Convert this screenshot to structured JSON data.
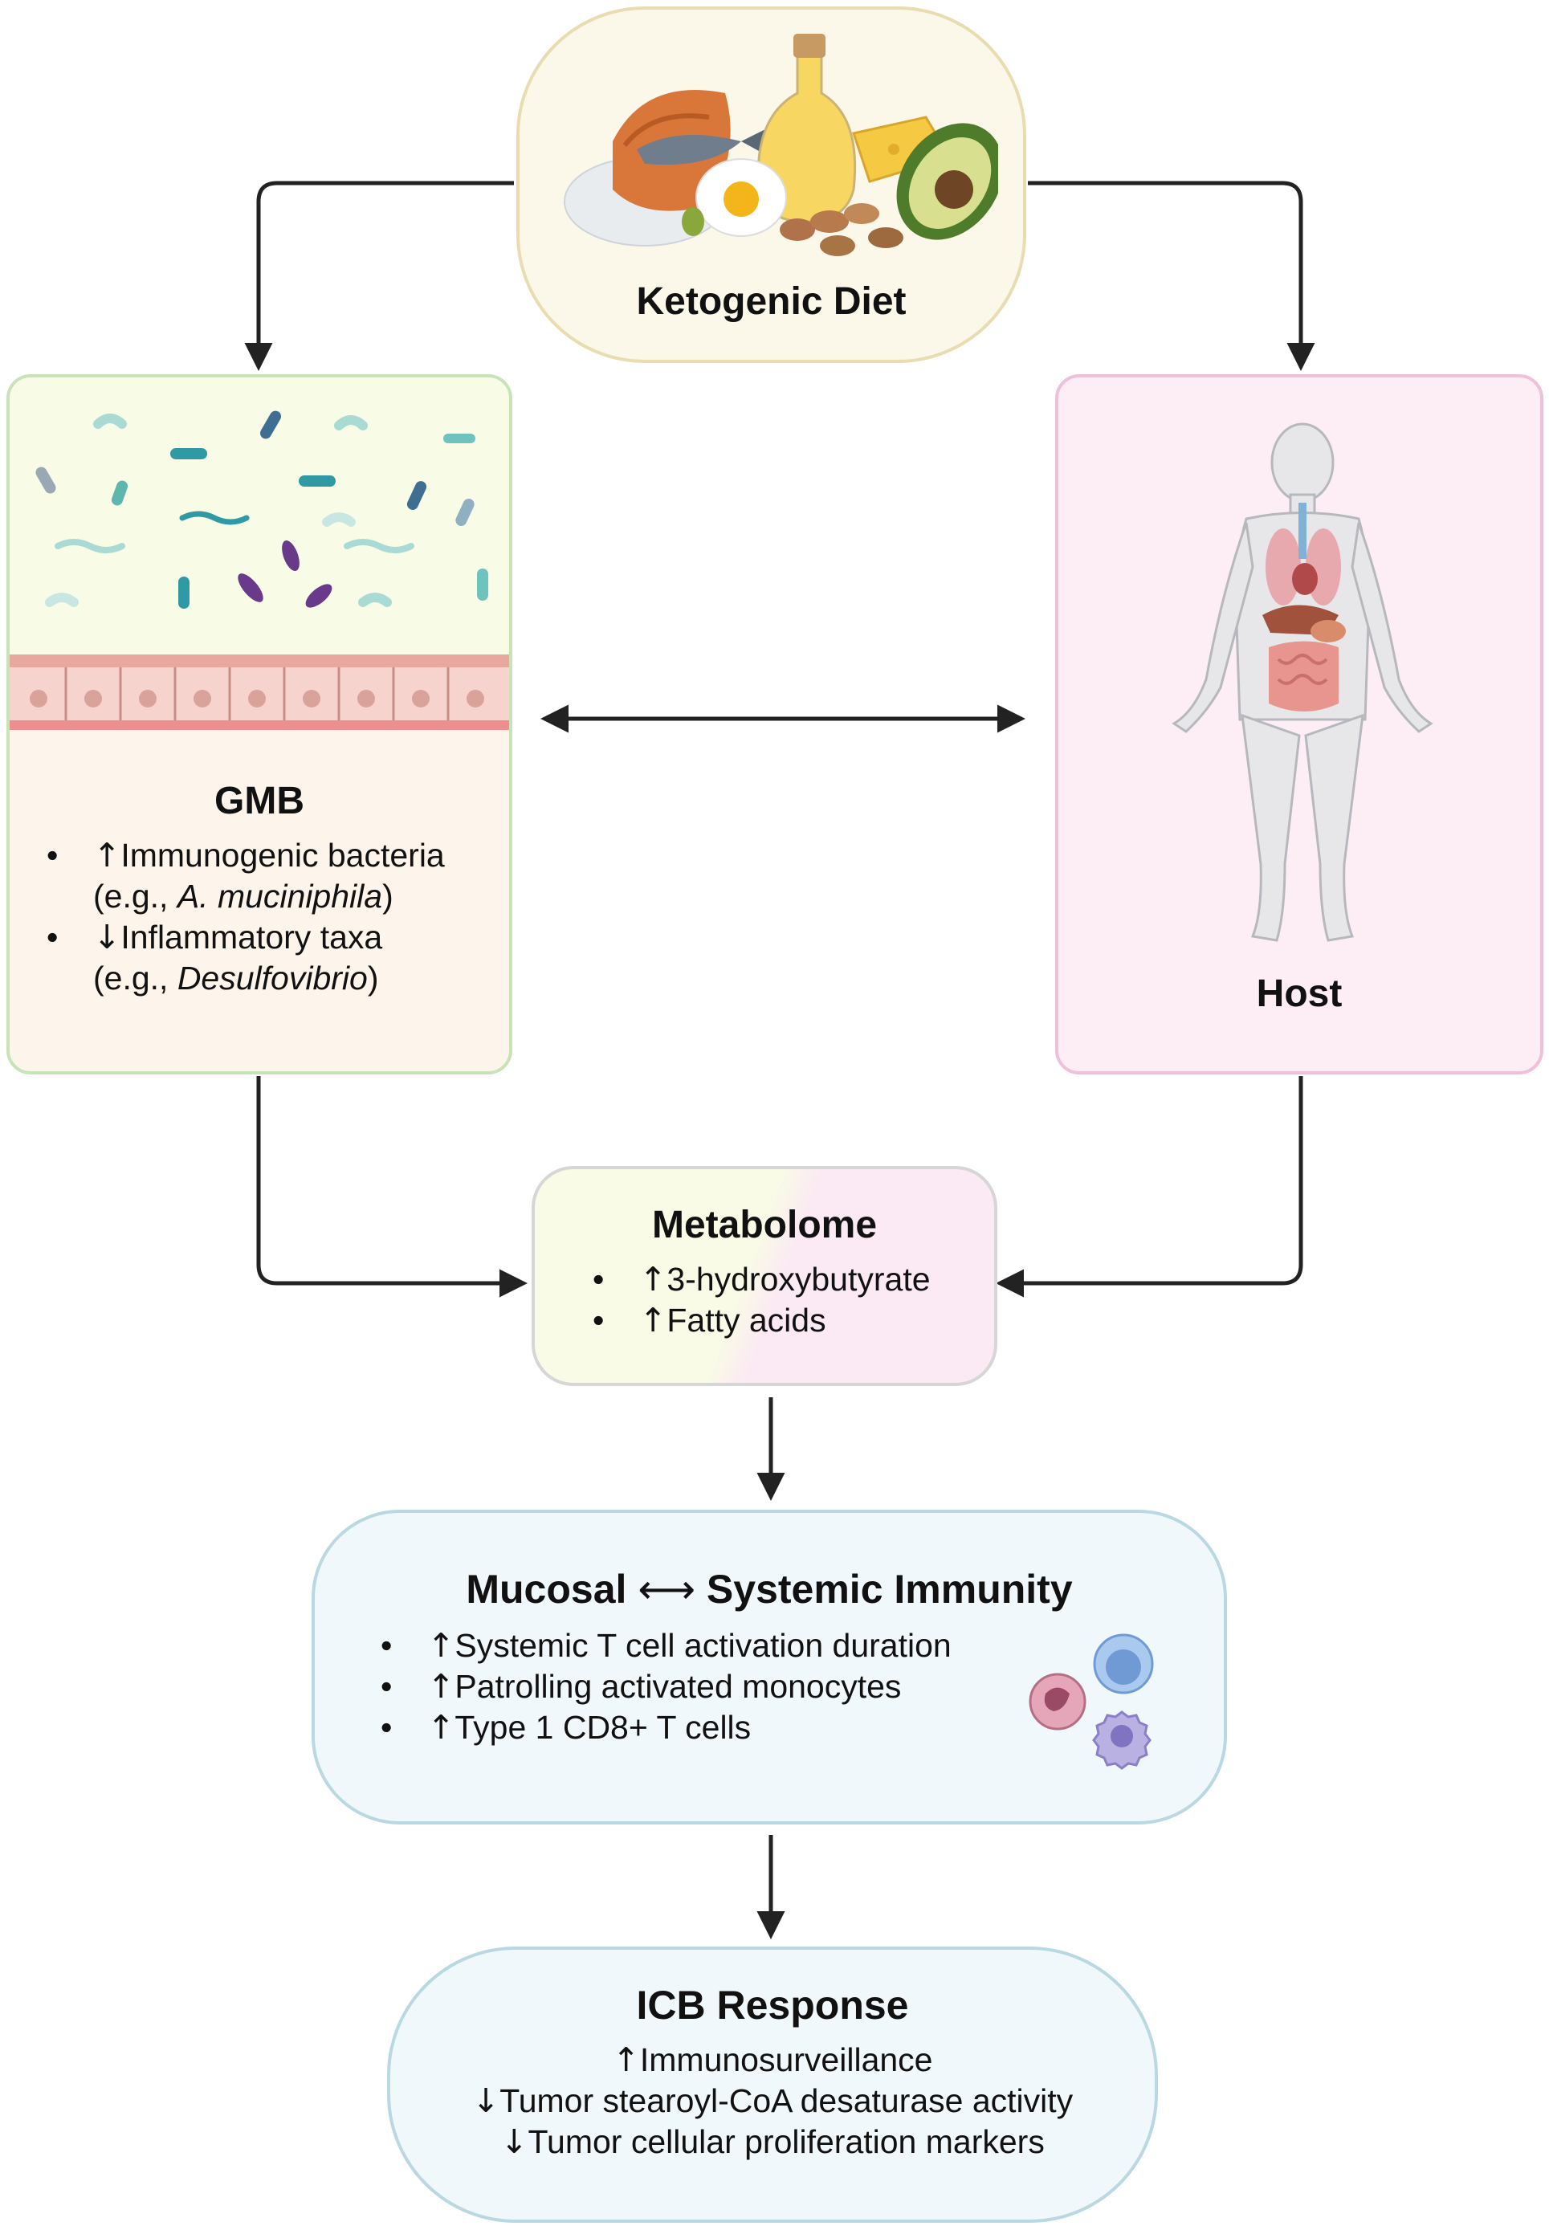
{
  "keto": {
    "title": "Ketogenic Diet"
  },
  "gmb": {
    "title": "GMB",
    "items": [
      {
        "arrow": "↑",
        "text": "Immunogenic bacteria",
        "sub_prefix": "(e.g., ",
        "sub_italic": "A. muciniphila",
        "sub_suffix": ")"
      },
      {
        "arrow": "↓",
        "text": "Inflammatory taxa",
        "sub_prefix": "(e.g., ",
        "sub_italic": "Desulfovibrio",
        "sub_suffix": ")"
      }
    ]
  },
  "host": {
    "title": "Host"
  },
  "metabolome": {
    "title": "Metabolome",
    "items": [
      {
        "arrow": "↑",
        "text": "3-hydroxybutyrate"
      },
      {
        "arrow": "↑",
        "text": "Fatty acids"
      }
    ]
  },
  "immunity": {
    "title_left": "Mucosal",
    "title_arrow": "⟷",
    "title_right": "Systemic Immunity",
    "items": [
      {
        "arrow": "↑",
        "text": "Systemic T cell activation duration"
      },
      {
        "arrow": "↑",
        "text": "Patrolling activated monocytes"
      },
      {
        "arrow": "↑",
        "text": "Type 1 CD8+ T cells"
      }
    ]
  },
  "icb": {
    "title": "ICB Response",
    "lines": [
      {
        "arrow": "↑",
        "text": "Immunosurveillance"
      },
      {
        "arrow": "↓",
        "text": "Tumor stearoyl-CoA desaturase activity"
      },
      {
        "arrow": "↓",
        "text": "Tumor cellular proliferation markers"
      }
    ]
  },
  "colors": {
    "keto_fill": "#fbf8ea",
    "keto_border": "#e8dcb0",
    "gmb_fill": "#fdf4ec",
    "gmb_border": "#c9e3b9",
    "host_fill": "#fdeef6",
    "host_border": "#eec0da",
    "metab_fill_left": "#f9fbe6",
    "metab_fill_right": "#fbe9f4",
    "metab_border": "#d6d6d6",
    "immunity_fill": "#f0f8fc",
    "immunity_border": "#b9d8e2",
    "icb_fill": "#f0f8fc",
    "icb_border": "#b9d8e2",
    "arrow": "#222222"
  }
}
